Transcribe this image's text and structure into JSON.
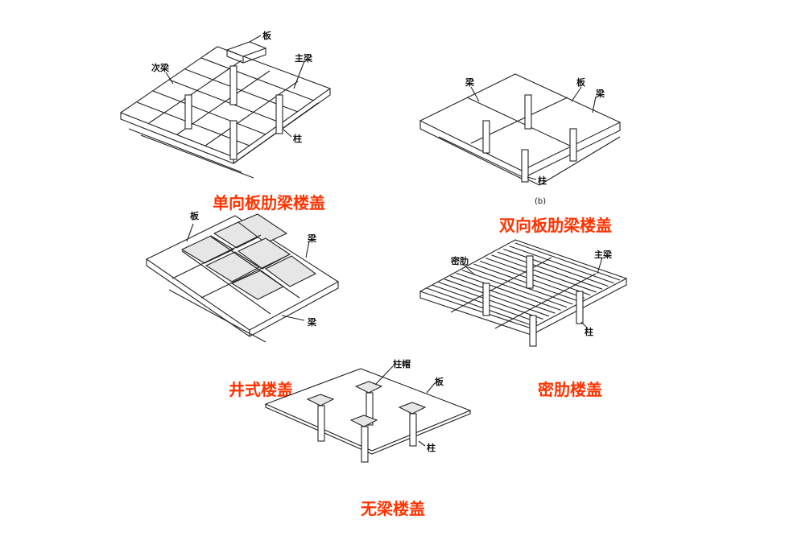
{
  "figures": {
    "one_way": {
      "caption": "单向板肋梁楼盖",
      "labels": {
        "slab": "板",
        "main_beam": "主梁",
        "secondary_beam": "次梁",
        "column": "柱"
      }
    },
    "two_way": {
      "caption": "双向板肋梁楼盖",
      "sublabel": "(b)",
      "labels": {
        "beam_left": "梁",
        "slab": "板",
        "beam_right": "梁",
        "column": "柱"
      }
    },
    "waffle": {
      "caption": "井式楼盖",
      "labels": {
        "slab": "板",
        "beam_top": "梁",
        "beam_bottom": "梁"
      }
    },
    "ribbed": {
      "caption": "密肋楼盖",
      "labels": {
        "rib": "密肋",
        "main_beam": "主梁",
        "column": "柱"
      }
    },
    "flat": {
      "caption": "无梁楼盖",
      "labels": {
        "capital": "柱帽",
        "slab": "板",
        "column": "柱"
      }
    }
  },
  "colors": {
    "caption": "#ff3300",
    "line": "#222222",
    "background": "#ffffff"
  }
}
